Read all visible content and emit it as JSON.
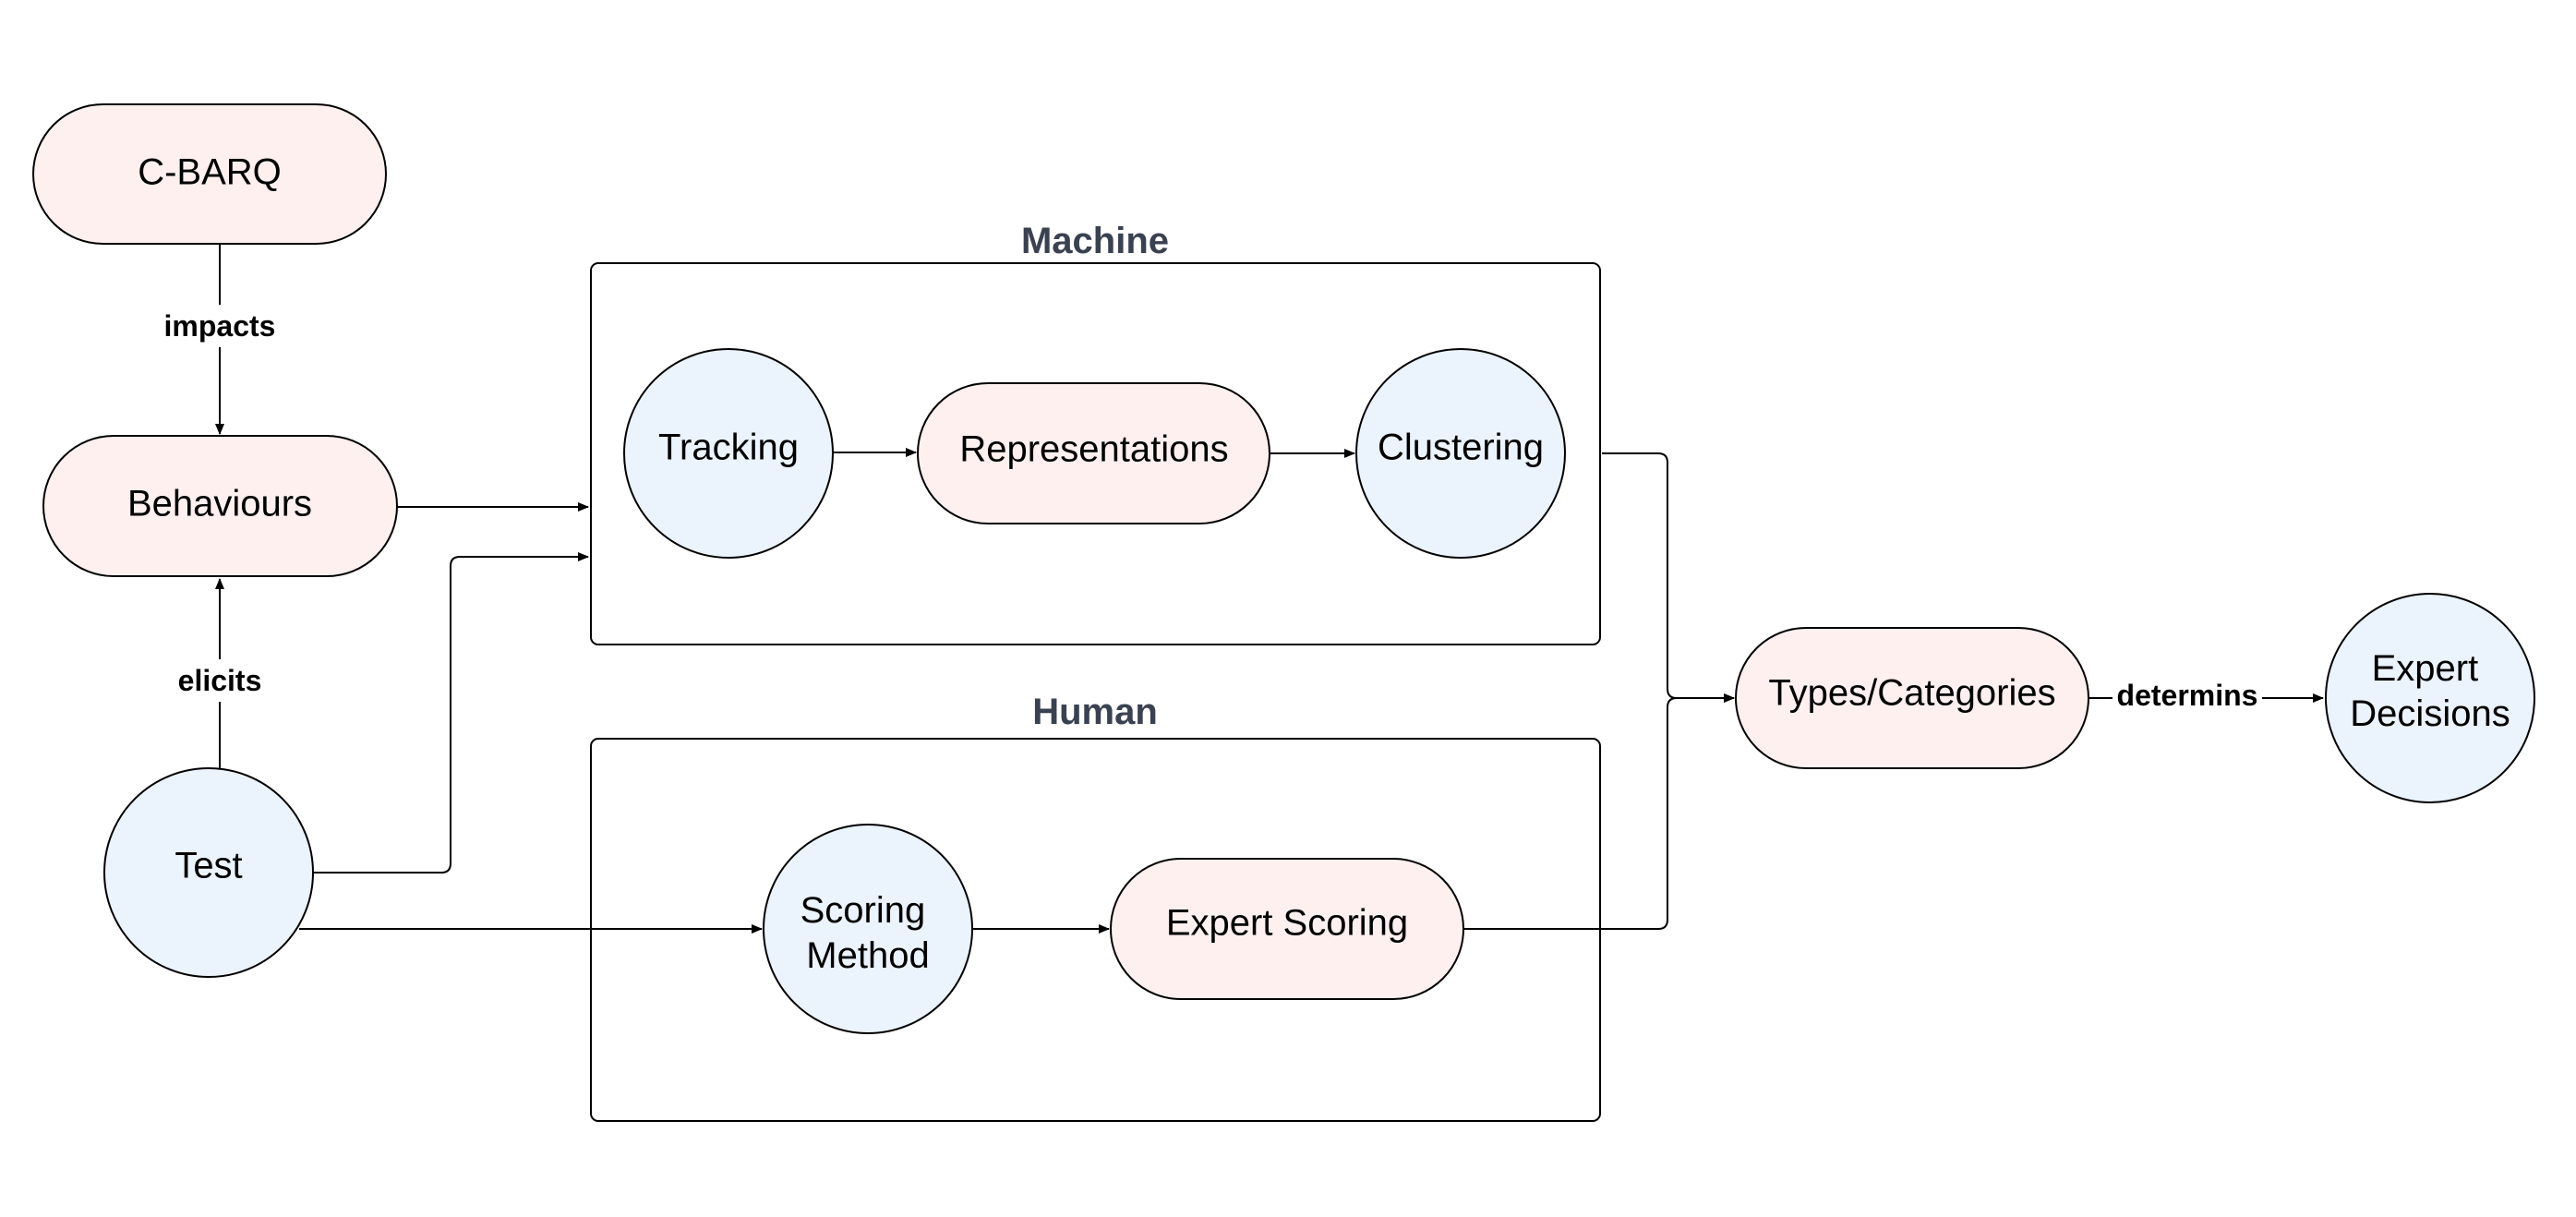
{
  "colors": {
    "pill_fill": "#fdf0ef",
    "circle_fill": "#ebf3fc",
    "stroke": "#000000",
    "group_title": "#3a4150"
  },
  "groups": {
    "machine": {
      "title": "Machine"
    },
    "human": {
      "title": "Human"
    }
  },
  "nodes": {
    "cbarq": {
      "label": "C-BARQ",
      "shape": "pill"
    },
    "behaviours": {
      "label": "Behaviours",
      "shape": "pill"
    },
    "test": {
      "label": "Test",
      "shape": "circle"
    },
    "tracking": {
      "label": "Tracking",
      "shape": "circle"
    },
    "representations": {
      "label": "Representations",
      "shape": "pill"
    },
    "clustering": {
      "label": "Clustering",
      "shape": "circle"
    },
    "scoring_method": {
      "label_line1": "Scoring",
      "label_line2": "Method",
      "shape": "circle"
    },
    "expert_scoring": {
      "label": "Expert Scoring",
      "shape": "pill"
    },
    "types_categories": {
      "label": "Types/Categories",
      "shape": "pill"
    },
    "expert_decisions": {
      "label_line1": "Expert",
      "label_line2": "Decisions",
      "shape": "circle"
    }
  },
  "edges": {
    "impacts": {
      "label": "impacts",
      "from": "C-BARQ",
      "to": "Behaviours"
    },
    "elicits": {
      "label": "elicits",
      "from": "Test",
      "to": "Behaviours"
    },
    "determins": {
      "label": "determins",
      "from": "Types/Categories",
      "to": "Expert Decisions"
    }
  }
}
